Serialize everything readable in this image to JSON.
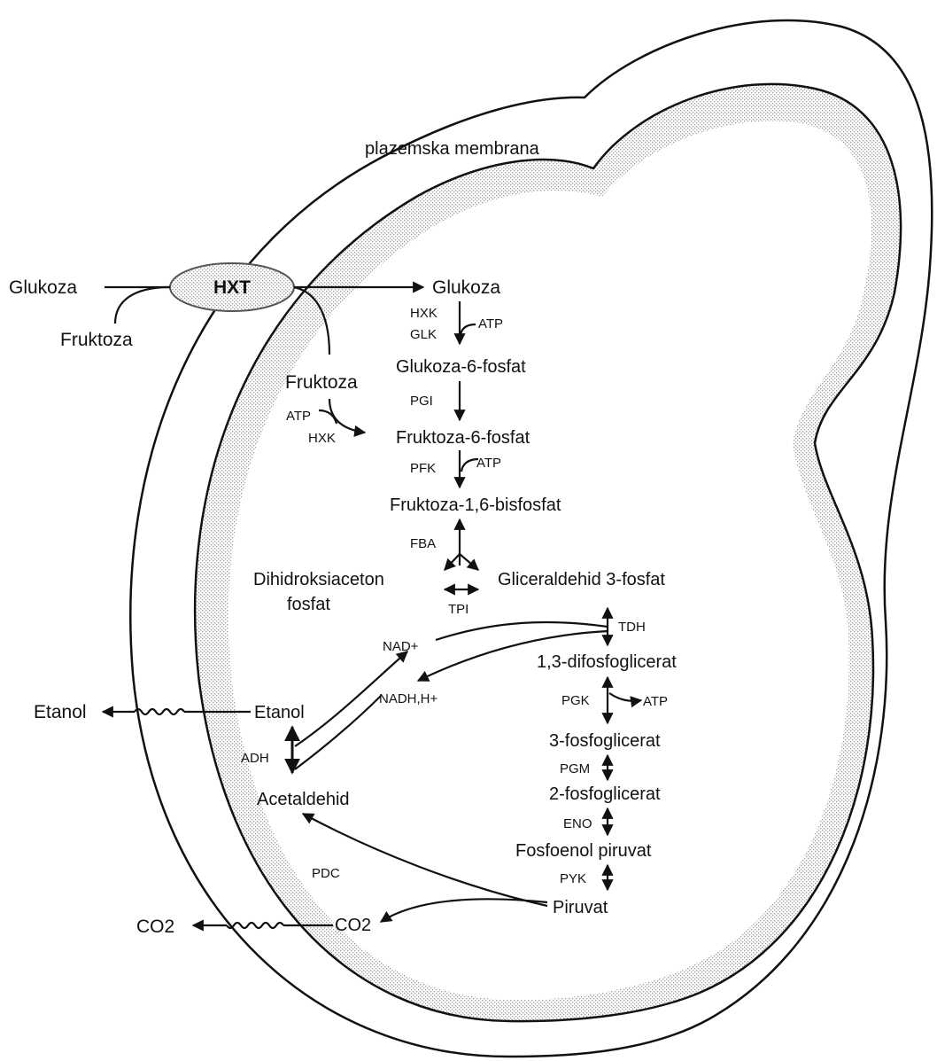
{
  "membrane_label": "plazemska membrana",
  "transporter": "HXT",
  "external": {
    "glucose": "Glukoza",
    "fructose": "Fruktoza",
    "ethanol": "Etanol",
    "co2": "CO2"
  },
  "metabolites": {
    "glucose": "Glukoza",
    "fructose": "Fruktoza",
    "g6p": "Glukoza-6-fosfat",
    "f6p": "Fruktoza-6-fosfat",
    "f16bp": "Fruktoza-1,6-bisfosfat",
    "dhap_line1": "Dihidroksiaceton",
    "dhap_line2": "fosfat",
    "gap": "Gliceraldehid 3-fosfat",
    "bpg13": "1,3-difosfoglicerat",
    "pg3": "3-fosfoglicerat",
    "pg2": "2-fosfoglicerat",
    "pep": "Fosfoenol piruvat",
    "pyruvate": "Piruvat",
    "ethanol": "Etanol",
    "acetaldehyde": "Acetaldehid",
    "co2": "CO2"
  },
  "enzymes": {
    "hxk": "HXK",
    "glk": "GLK",
    "hxk2": "HXK",
    "pgi": "PGI",
    "pfk": "PFK",
    "fba": "FBA",
    "tpi": "TPI",
    "tdh": "TDH",
    "pgk": "PGK",
    "pgm": "PGM",
    "eno": "ENO",
    "pyk": "PYK",
    "pdc": "PDC",
    "adh": "ADH"
  },
  "cofactors": {
    "atp_hxk": "ATP",
    "atp_fru": "ATP",
    "atp_pfk": "ATP",
    "atp_pgk": "ATP",
    "nad": "NAD+",
    "nadh": "NADH,H+"
  }
}
